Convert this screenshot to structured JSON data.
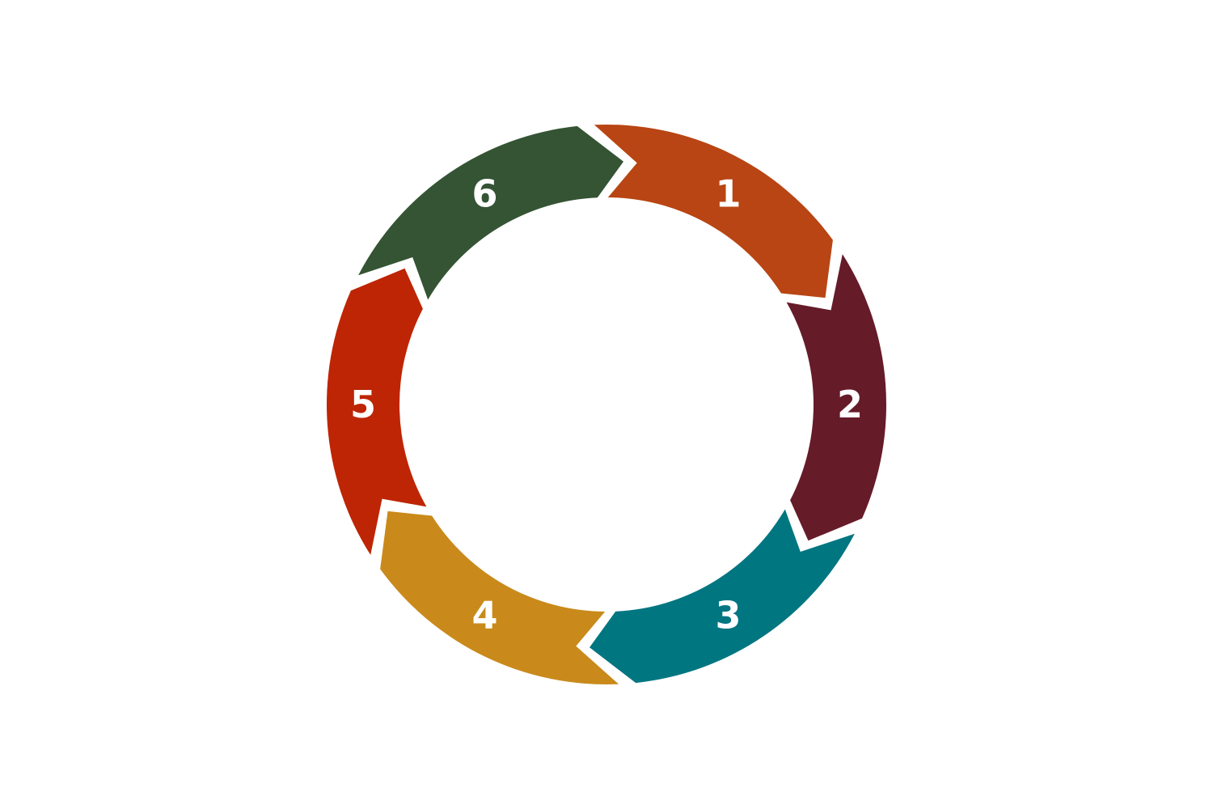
{
  "diagram": {
    "type": "cycle",
    "steps": [
      {
        "label": "1",
        "color": "#B84513"
      },
      {
        "label": "2",
        "color": "#661B28"
      },
      {
        "label": "3",
        "color": "#007681"
      },
      {
        "label": "4",
        "color": "#C98A1B"
      },
      {
        "label": "5",
        "color": "#BE2504"
      },
      {
        "label": "6",
        "color": "#345434"
      }
    ]
  }
}
